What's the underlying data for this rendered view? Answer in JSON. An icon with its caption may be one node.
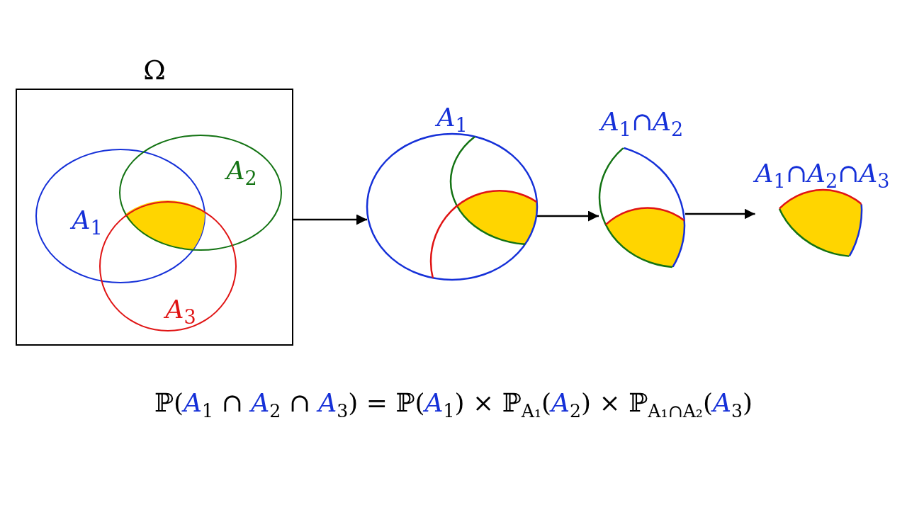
{
  "diagram": {
    "nodes": [
      {
        "text": [
          "Ω"
        ]
      },
      {
        "text": [
          "*A*$_{1}$"
        ],
        "in": 0
      },
      {
        "text": [
          "*A*$_{2}$"
        ],
        "in": 0
      },
      {
        "text": [
          "*A*$_{3}$"
        ],
        "in": 0
      },
      {
        "text": [
          "*A*$_{1}$"
        ]
      },
      {
        "text": [
          "*A*$_{1}$∩*A*$_{2}$"
        ]
      },
      {
        "text": [
          "*A*$_{1}$∩*A*$_{2}$∩*A*$_{3}$"
        ]
      }
    ],
    "edges": [
      {
        "from": 0,
        "to": 4,
        "arrow": "to"
      },
      {
        "from": 4,
        "to": 5,
        "arrow": "to"
      },
      {
        "from": 5,
        "to": 6,
        "arrow": "to"
      }
    ],
    "labels": [
      "ℙ(*A*$_{1}$ ∩ *A*$_{2}$ ∩ *A*$_{3}$) = ℙ(*A*$_{1}$) × ℙ$_{A₁}$(*A*$_{2}$) × ℙ$_{A₁∩A₂}$(*A*$_{3}$)"
    ]
  }
}
